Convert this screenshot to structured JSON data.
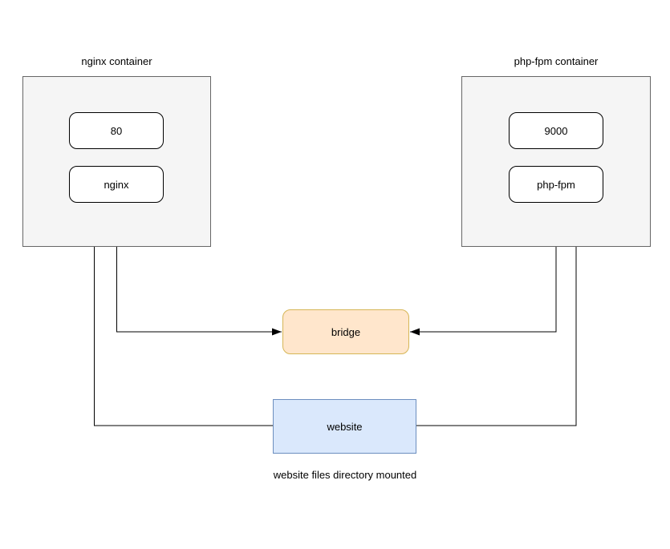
{
  "diagram": {
    "nginx_container": {
      "title": "nginx container",
      "port_label": "80",
      "service_label": "nginx"
    },
    "php_container": {
      "title": "php-fpm container",
      "port_label": "9000",
      "service_label": "php-fpm"
    },
    "bridge_label": "bridge",
    "website_label": "website",
    "caption": "website files directory mounted"
  },
  "colors": {
    "canvas_bg": "#ffffff",
    "container_fill": "#f5f5f5",
    "container_border": "#666666",
    "node_fill": "#ffffff",
    "node_border": "#000000",
    "bridge_fill": "#ffe6cc",
    "bridge_border": "#d6b656",
    "website_fill": "#dae8fc",
    "website_border": "#6c8ebf",
    "connector": "#000000",
    "text": "#000000"
  }
}
